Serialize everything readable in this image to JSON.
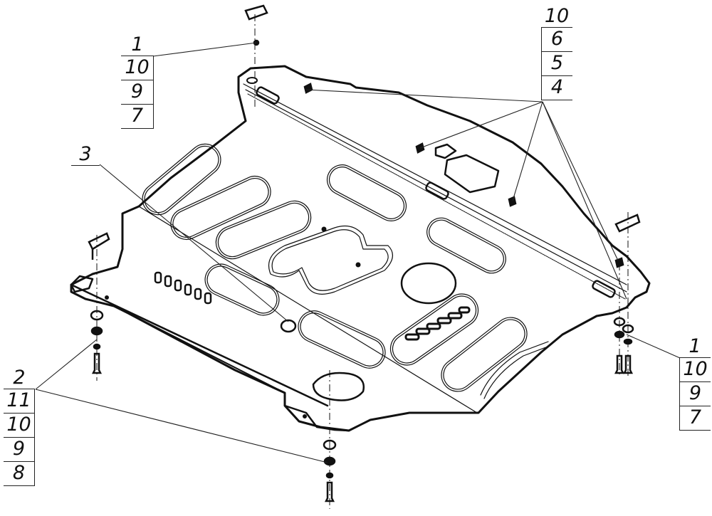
{
  "drawing": {
    "type": "exploded assembly view",
    "subject": "engine underbody protection plate with fasteners",
    "line_color": "#111111",
    "background": "#ffffff"
  },
  "callouts": [
    {
      "id": "top-left",
      "head": "1",
      "items": [
        "10",
        "9",
        "7"
      ]
    },
    {
      "id": "top-right",
      "head": "10",
      "items": [
        "6",
        "5",
        "4"
      ]
    },
    {
      "id": "middle-left",
      "head": "3",
      "items": []
    },
    {
      "id": "bottom-left",
      "head": "2",
      "items": [
        "11",
        "10",
        "9",
        "8"
      ]
    },
    {
      "id": "bottom-right",
      "head": "1",
      "items": [
        "10",
        "9",
        "7"
      ]
    }
  ]
}
